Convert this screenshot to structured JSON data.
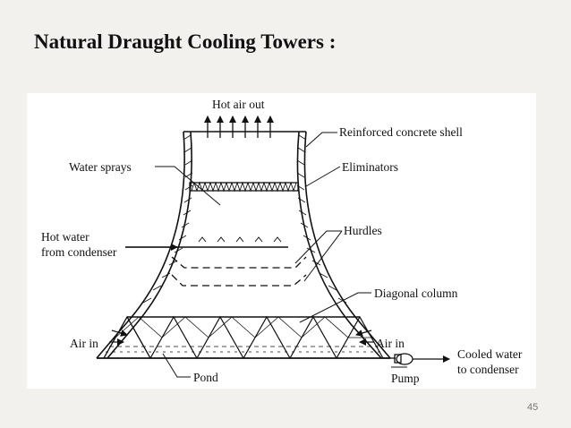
{
  "slide": {
    "title": "Natural Draught Cooling Towers :",
    "page_number": "45"
  },
  "diagram": {
    "labels": {
      "hot_air_out": "Hot air out",
      "reinforced_concrete_shell": "Reinforced concrete shell",
      "water_sprays": "Water sprays",
      "eliminators": "Eliminators",
      "hot_water_line1": "Hot water",
      "hot_water_line2": "from condenser",
      "hurdles": "Hurdles",
      "diagonal_column": "Diagonal column",
      "air_in_left": "Air in",
      "air_in_right": "Air in",
      "cooled_water_line1": "Cooled water",
      "cooled_water_line2": "to condenser",
      "pond": "Pond",
      "pump": "Pump"
    }
  }
}
